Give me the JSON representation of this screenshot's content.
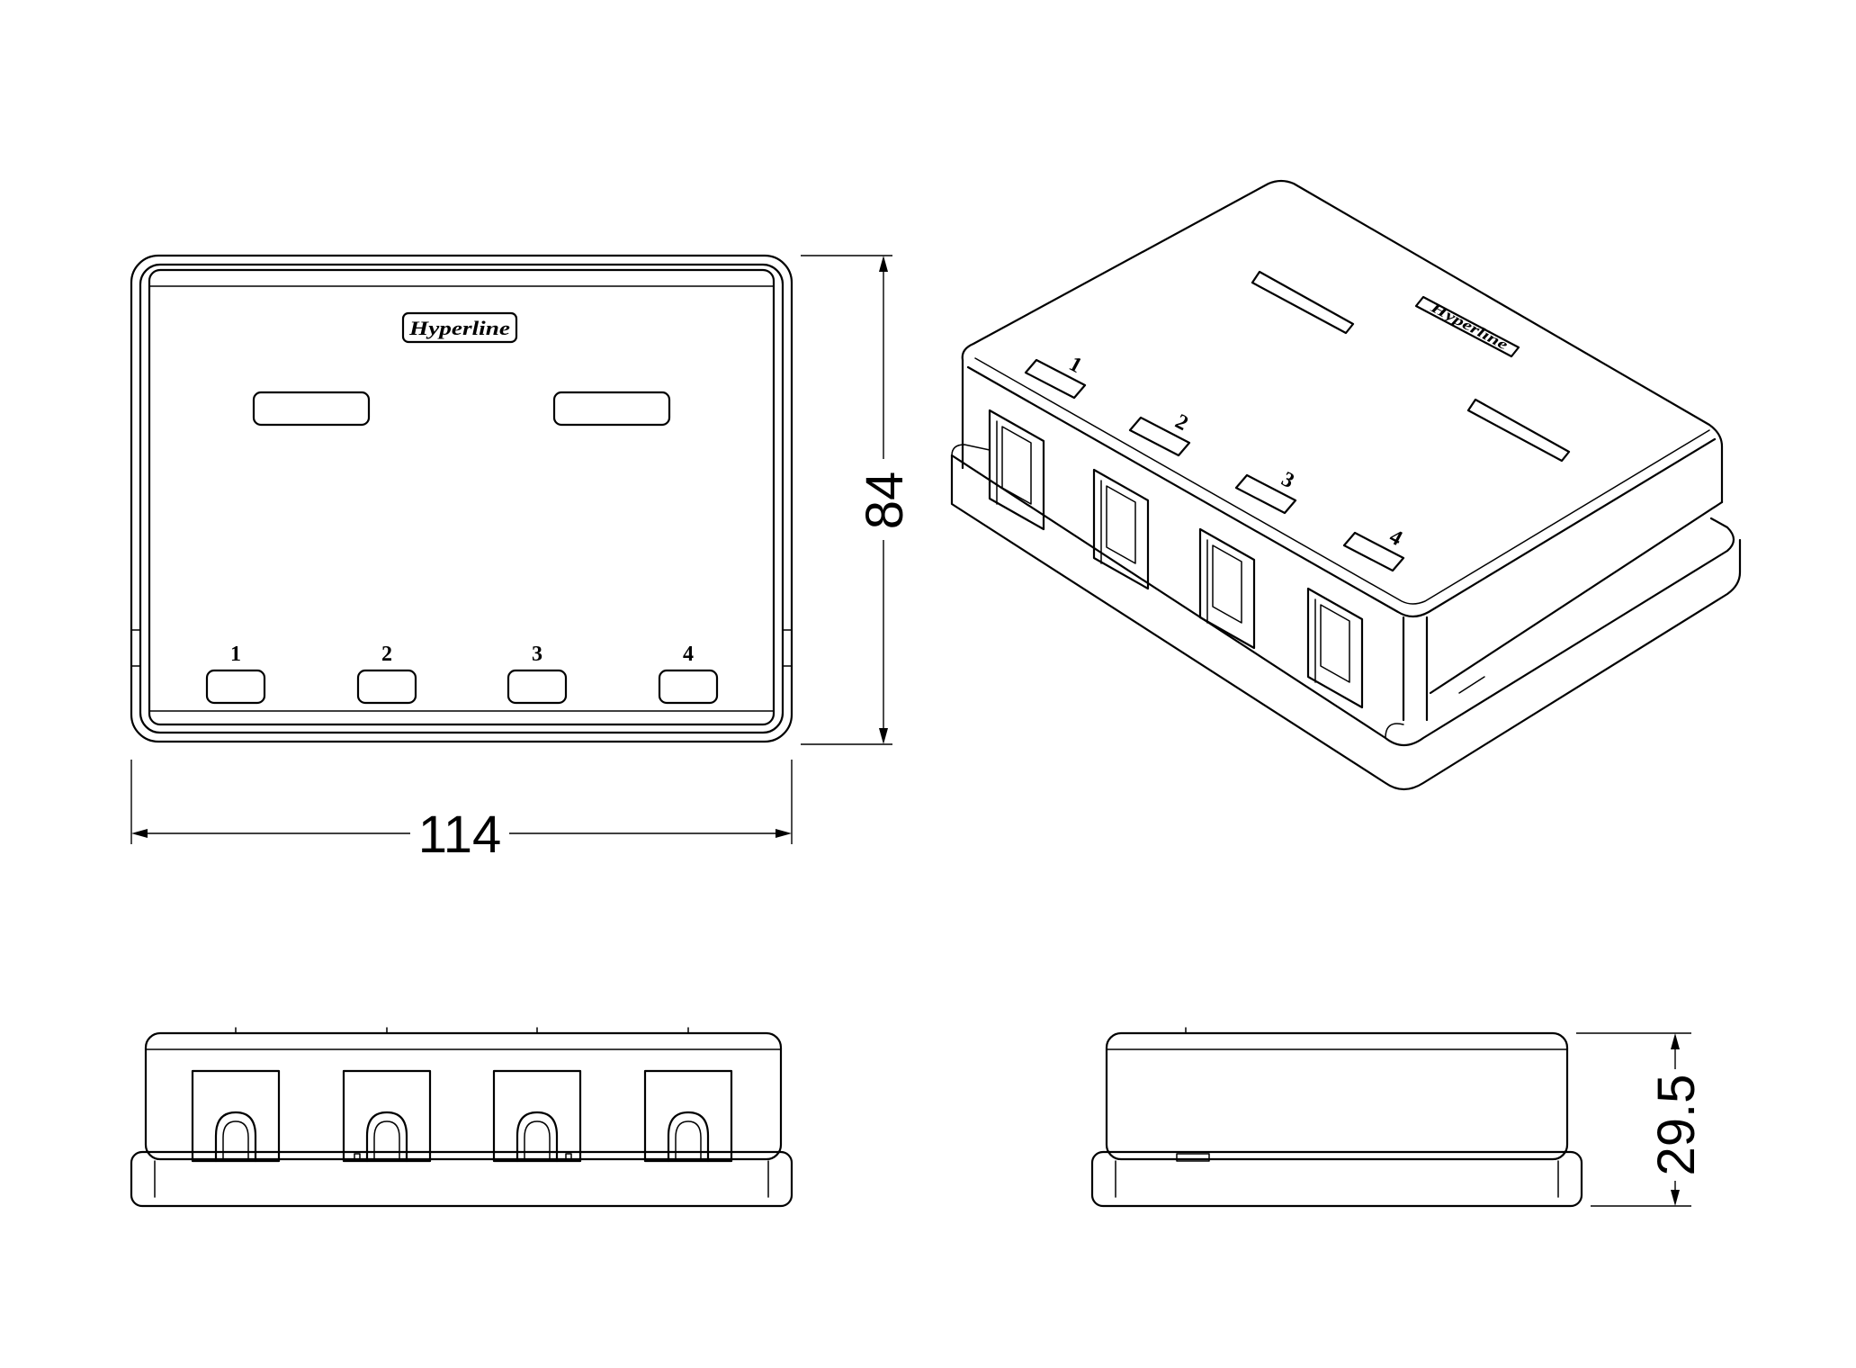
{
  "dimensions": {
    "width": "114",
    "depth": "84",
    "height": "29.5"
  },
  "brand": {
    "logo_text": "Hyperline"
  },
  "ports": {
    "labels": [
      "1",
      "2",
      "3",
      "4"
    ]
  }
}
